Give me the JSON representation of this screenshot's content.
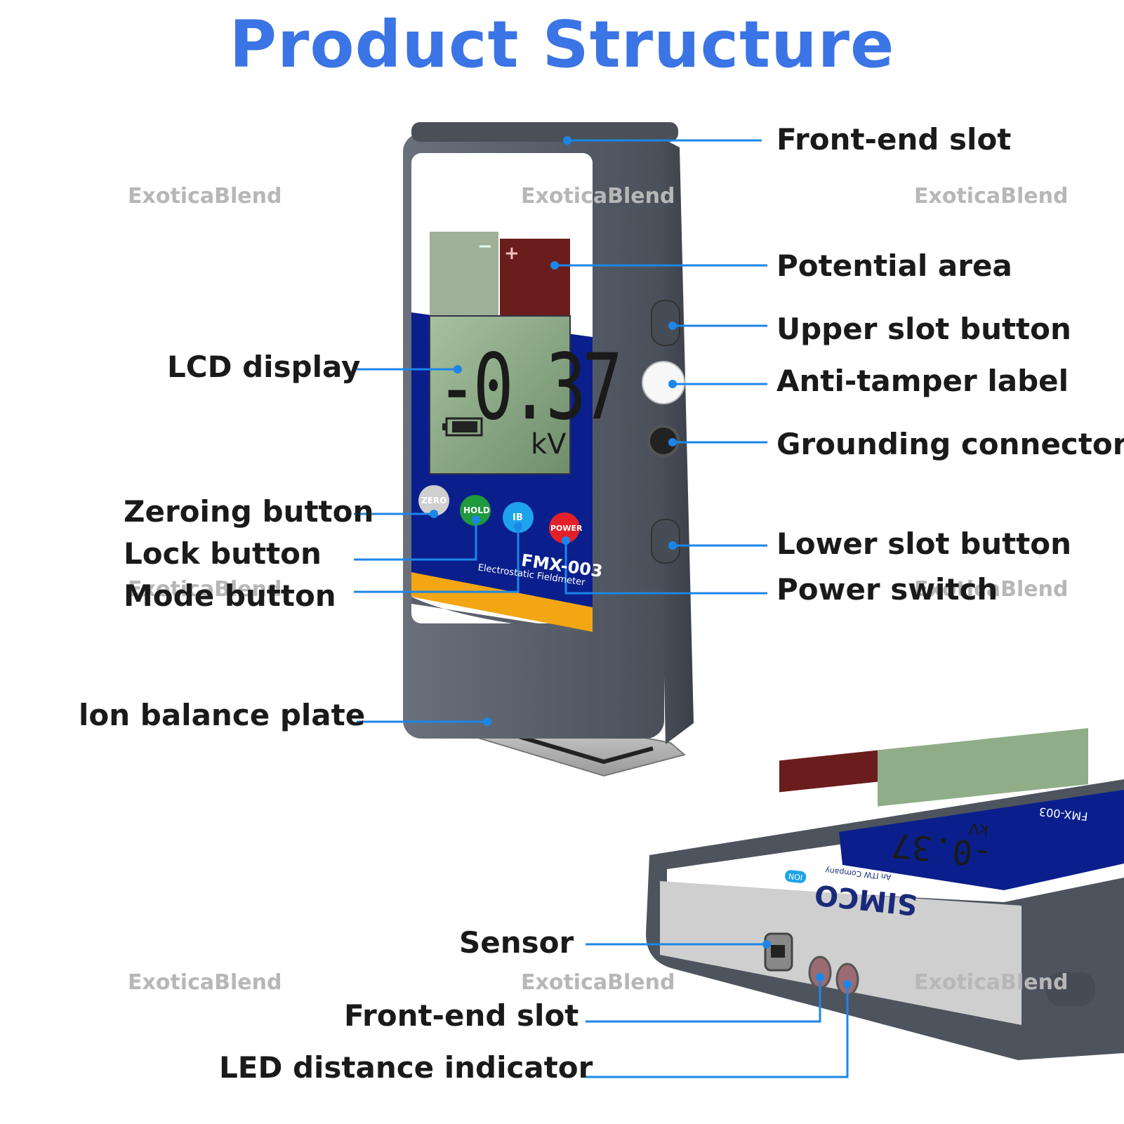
{
  "title": "Product Structure",
  "colors": {
    "title": "#3b74e4",
    "leader": "#1c86e8",
    "label": "#1a1a1a",
    "watermark": "#b7b7b7",
    "device_body": "#555b66",
    "panel_blue": "#0a1f8c",
    "lcd": "#8fae88",
    "potential_red": "#6b1d1c",
    "stripe_yellow": "#f2a613"
  },
  "device": {
    "readout": "-0.37",
    "unit": "kV",
    "minus_sign": "−",
    "plus_sign": "+",
    "model": "FMX-003",
    "subtitle": "Electrostatic Fieldmeter",
    "buttons": [
      {
        "label": "ZERO",
        "color": "#cfcfcf"
      },
      {
        "label": "HOLD",
        "color": "#1f9a3c"
      },
      {
        "label": "IB",
        "color": "#1ea3ea"
      },
      {
        "label": "POWER",
        "color": "#e3202a"
      }
    ]
  },
  "device2": {
    "brand": "SIMCO",
    "brand_sub": "An ITW Company",
    "on_badge": "ION",
    "readout": "-0.37",
    "unit": "kV",
    "model": "FMX-003"
  },
  "labels": {
    "front_end_slot_top": "Front-end slot",
    "potential_area": "Potential area",
    "upper_slot_button": "Upper slot button",
    "anti_tamper_label": "Anti-tamper label",
    "grounding_connector": "Grounding connector",
    "lower_slot_button": "Lower slot button",
    "power_switch": "Power switch",
    "lcd_display": "LCD display",
    "zeroing_button": "Zeroing button",
    "lock_button": "Lock button",
    "mode_button": "Mode button",
    "ion_balance_plate": "lon balance plate",
    "sensor": "Sensor",
    "front_end_slot_bottom": "Front-end slot",
    "led_distance_indicator": "LED distance indicator"
  },
  "watermarks": [
    "ExoticaBlend",
    "ExoticaBlend",
    "ExoticaBlend",
    "ExoticaBlend",
    "ExoticaBlend",
    "ExoticaBlend",
    "ExoticaBlend",
    "ExoticaBlend"
  ]
}
